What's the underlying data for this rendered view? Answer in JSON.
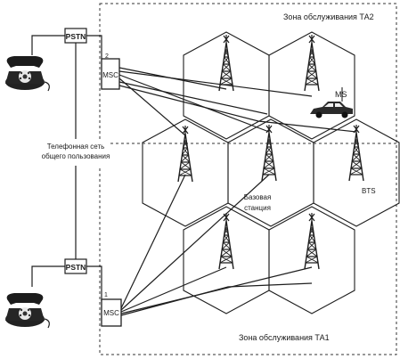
{
  "zones": {
    "ta2": "Зона обслуживания ТА2",
    "ta1": "Зона обслуживания ТА1"
  },
  "pstn_top": "PSTN",
  "pstn_bottom": "PSTN",
  "msc_top": {
    "label": "MSC",
    "number": "2"
  },
  "msc_bottom": {
    "label": "MSC",
    "number": "1"
  },
  "network": {
    "line1": "Телефонная сеть",
    "line2": "общего пользования"
  },
  "ms_label": "MS",
  "bts_label": "BTS",
  "base_station": {
    "line1": "Базовая",
    "line2": "станция"
  },
  "icons": [
    "telephone-icon",
    "car-icon",
    "antenna-tower-icon"
  ]
}
